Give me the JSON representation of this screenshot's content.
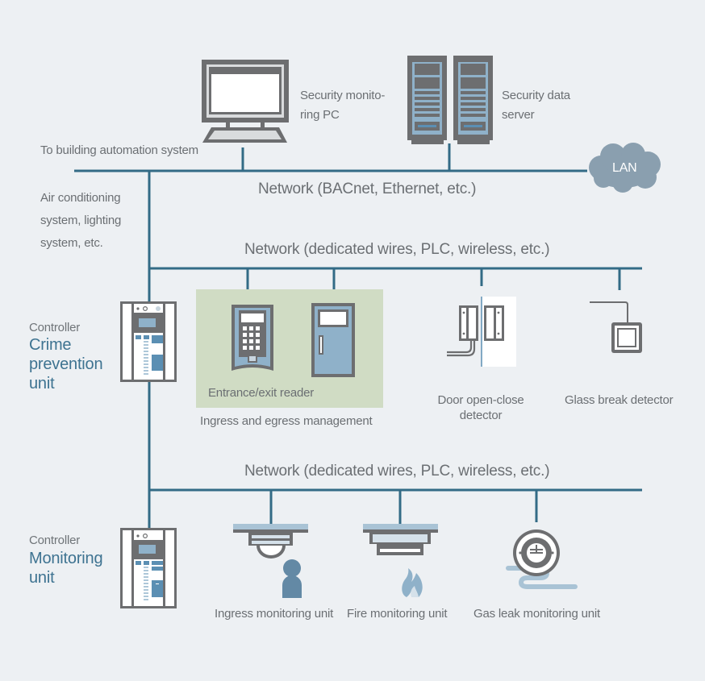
{
  "colors": {
    "background": "#edf0f3",
    "network_line": "#336b86",
    "device_gray": "#6d6e70",
    "device_blue": "#8fb1c9",
    "accent_blue": "#5b8fb3",
    "ingress_area": "#d0dcc4",
    "lan_cloud": "#8a9faf"
  },
  "top": {
    "pc_label_line1": "Security monito-",
    "pc_label_line2": "ring PC",
    "server_label_line1": "Security data",
    "server_label_line2": "server",
    "bas_label": "To building automation system",
    "lan_label": "LAN",
    "network_label": "Network (BACnet, Ethernet, etc.)",
    "side_note": [
      "Air conditioning",
      "system, lighting",
      "system, etc."
    ]
  },
  "crime_section": {
    "network_label": "Network (dedicated wires, PLC, wireless, etc.)",
    "controller_head": "Controller",
    "controller_name": [
      "Crime",
      "prevention",
      "unit"
    ],
    "reader_label": "Entrance/exit reader",
    "ingress_area_label": "Ingress and egress management",
    "door_detector_label": [
      "Door open-close",
      "detector"
    ],
    "glass_detector_label": "Glass break detector"
  },
  "monitoring_section": {
    "network_label": "Network (dedicated wires, PLC, wireless, etc.)",
    "controller_head": "Controller",
    "controller_name": [
      "Monitoring",
      "unit"
    ],
    "devices": [
      {
        "label": "Ingress monitoring unit"
      },
      {
        "label": "Fire monitoring unit"
      },
      {
        "label": "Gas leak monitoring unit"
      }
    ]
  }
}
